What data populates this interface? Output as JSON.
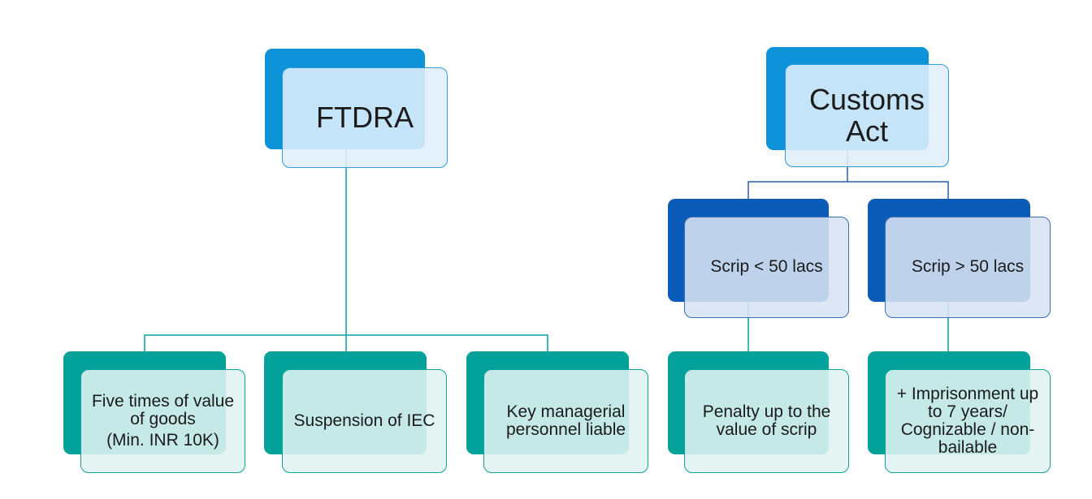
{
  "diagram": {
    "type": "flowchart",
    "colors": {
      "back_blue": "#0E93D8",
      "back_dark_blue": "#0B5CB8",
      "back_teal": "#02A29A",
      "fill_blue": "rgba(224,239,250,0.88)",
      "fill_dark_blue": "rgba(216,226,243,0.88)",
      "fill_teal": "rgba(224,242,240,0.88)",
      "border_blue": "#2D9CDB",
      "border_dark_blue": "#3B6FB5",
      "border_teal": "#0FA39A",
      "line_teal": "#0AA2A0",
      "line_blue": "#2B5CA8",
      "text": "#1b1b1b"
    },
    "trees": [
      {
        "root": {
          "label": "FTDRA"
        },
        "children": [
          {
            "label": "Five times of value\nof goods",
            "sublabel": "(Min. INR 10K)"
          },
          {
            "label": "Suspension of IEC"
          },
          {
            "label": "Key managerial\npersonnel liable"
          }
        ]
      },
      {
        "root": {
          "label": "Customs\nAct"
        },
        "children": [
          {
            "label": "Scrip < 50 lacs",
            "child": {
              "label": "Penalty up to the\nvalue of scrip"
            }
          },
          {
            "label": "Scrip > 50 lacs",
            "child": {
              "label": "+ Imprisonment up\nto 7 years/\nCognizable / non-\nbailable"
            }
          }
        ]
      }
    ]
  }
}
